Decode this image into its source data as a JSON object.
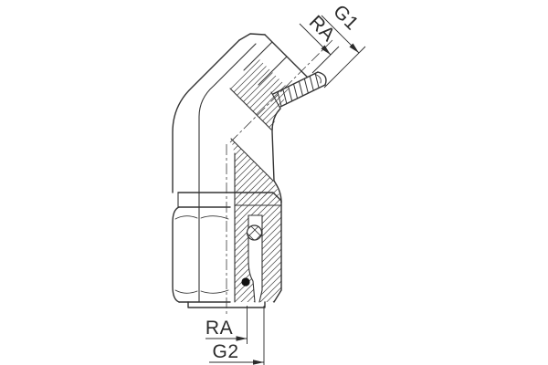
{
  "drawing": {
    "type": "technical-drawing-45-degree-elbow-fitting-half-section",
    "colors": {
      "background": "#ffffff",
      "line": "#333333",
      "hatch": "#4a4a4a",
      "seal_dot": "#111111"
    },
    "dims": {
      "g1": "G1",
      "ra_top": "RA",
      "ra_bottom": "RA",
      "g2": "G2"
    }
  }
}
